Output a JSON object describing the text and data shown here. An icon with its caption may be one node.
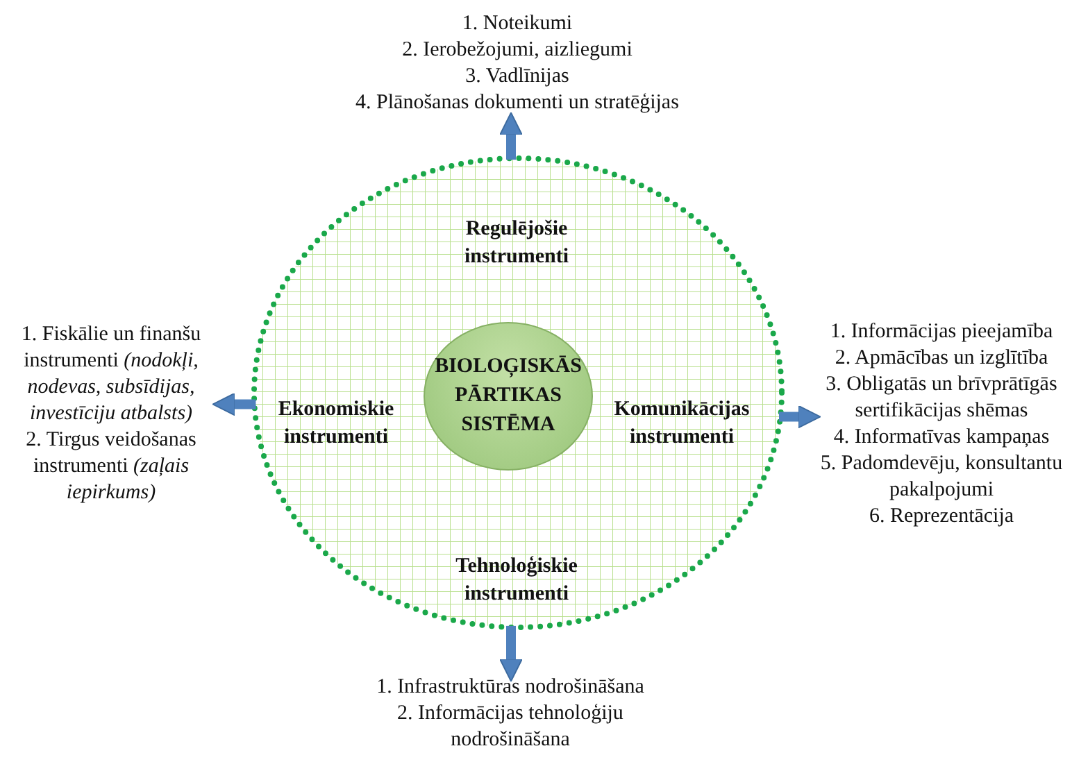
{
  "diagram": {
    "nodes": [
      {
        "text": [],
        "shape": "circle"
      },
      {
        "text": [
          "BIOLOĢISKĀS PĀRTIKAS SISTĒMA"
        ],
        "in": 0
      },
      {
        "text": [
          "Regulējošie instrumenti"
        ],
        "in": 0
      },
      {
        "text": [
          "Ekonomiskie instrumenti"
        ],
        "in": 0
      },
      {
        "text": [
          "Komunikācijas instrumenti"
        ],
        "in": 0
      },
      {
        "text": [
          "Tehnoloģiskie instrumenti"
        ],
        "in": 0
      },
      {
        "text": [
          "1. Noteikumi",
          "2. Ierobežojumi, aizliegumi",
          "3. Vadlīnijas",
          "4. Plānošanas dokumenti un stratēģijas"
        ]
      },
      {
        "text": [
          "1. Fiskālie un finanšu instrumenti *(nodokļi, nodevas, subsīdijas, investīciju atbalsts)*",
          "2. Tirgus veidošanas instrumenti *(zaļais iepirkums)*"
        ]
      },
      {
        "text": [
          "1. Informācijas pieejamība",
          "2. Apmācības un izglītība",
          "3. Obligatās un brīvprātīgās sertifikācijas shēmas",
          "4. Informatīvas kampaņas",
          "5. Padomdevēju, konsultantu pakalpojumi",
          "6. Reprezentācija"
        ]
      },
      {
        "text": [
          "1. Infrastruktūras nodrošināšana",
          "2. Informācijas tehnoloģiju nodrošināšana"
        ]
      }
    ],
    "edges": [
      {
        "from": 0,
        "to": 6,
        "arrow": "to"
      },
      {
        "from": 0,
        "to": 7,
        "arrow": "to"
      },
      {
        "from": 0,
        "to": 8,
        "arrow": "to"
      },
      {
        "from": 0,
        "to": 9,
        "arrow": "to"
      }
    ]
  }
}
